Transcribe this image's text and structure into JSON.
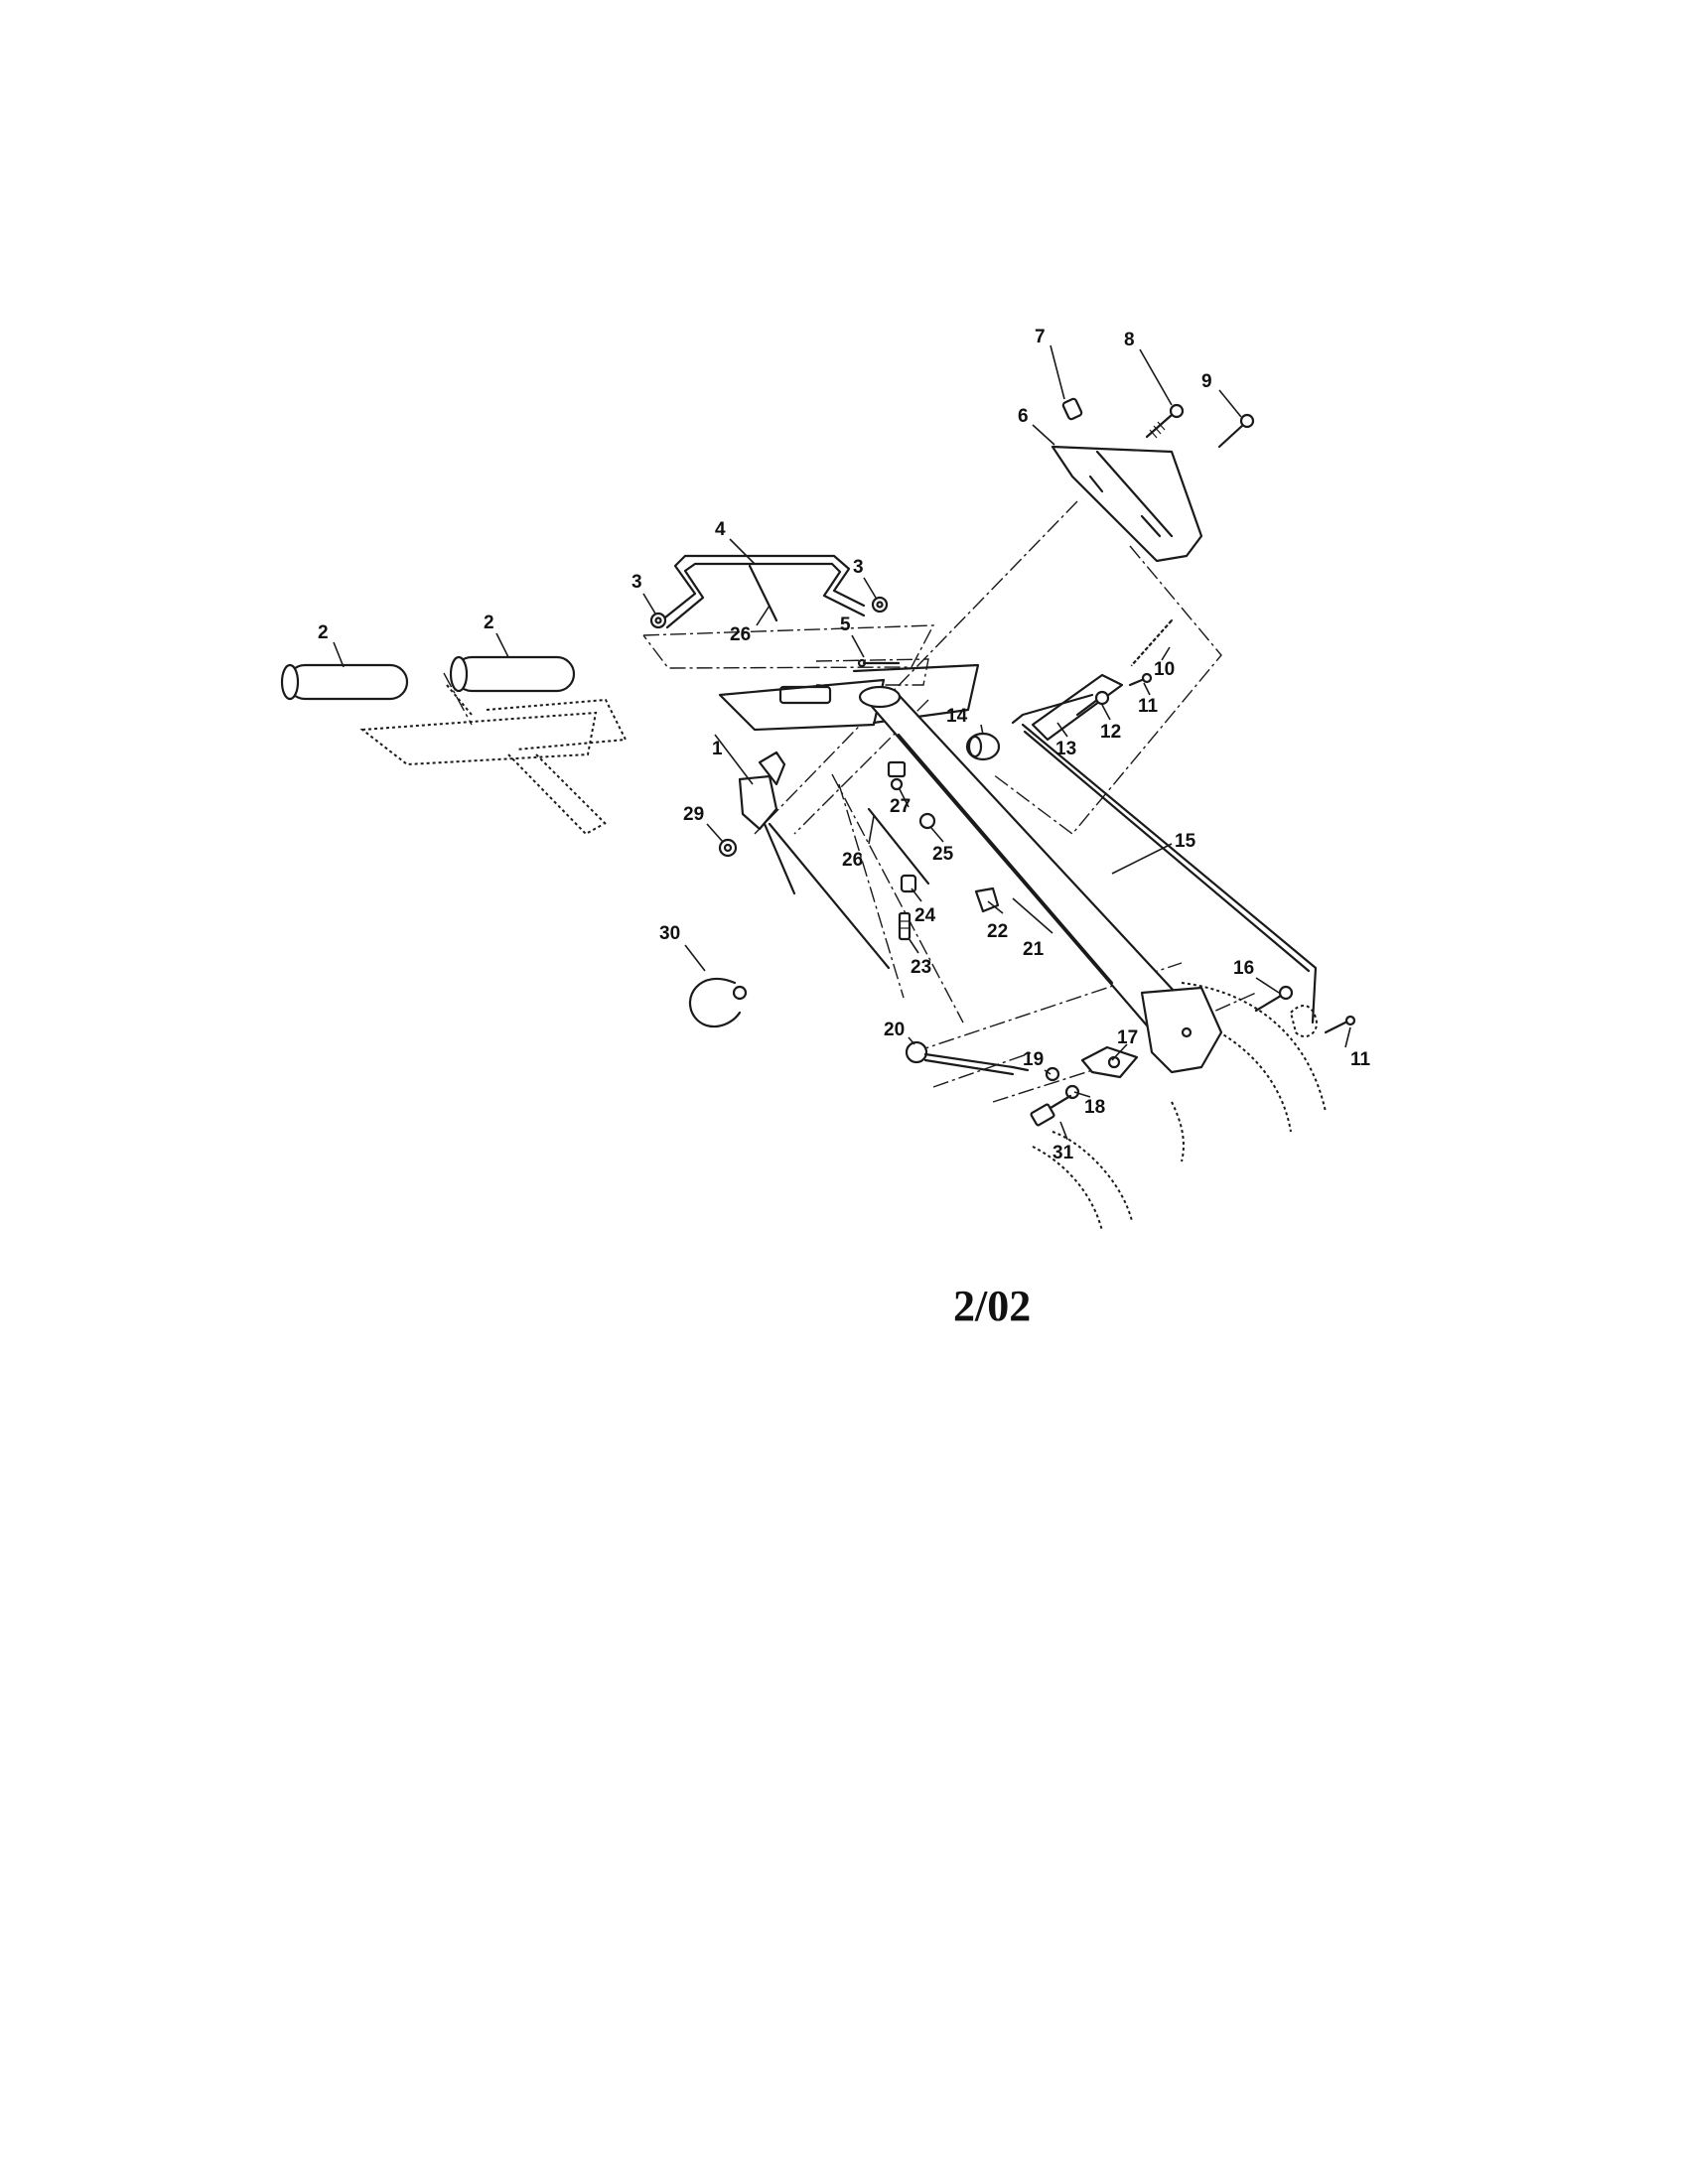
{
  "document": {
    "revision_date": "2/02"
  },
  "callouts": {
    "c1": "1",
    "c2a": "2",
    "c2b": "2",
    "c3a": "3",
    "c3b": "3",
    "c4": "4",
    "c5": "5",
    "c6": "6",
    "c7": "7",
    "c8": "8",
    "c9": "9",
    "c10": "10",
    "c11a": "11",
    "c11b": "11",
    "c12": "12",
    "c13": "13",
    "c14": "14",
    "c15": "15",
    "c16": "16",
    "c17": "17",
    "c18": "18",
    "c19": "19",
    "c20": "20",
    "c21": "21",
    "c22": "22",
    "c23": "23",
    "c24": "24",
    "c25": "25",
    "c26a": "26",
    "c26b": "26",
    "c27": "27",
    "c29": "29",
    "c30": "30",
    "c31": "31"
  }
}
